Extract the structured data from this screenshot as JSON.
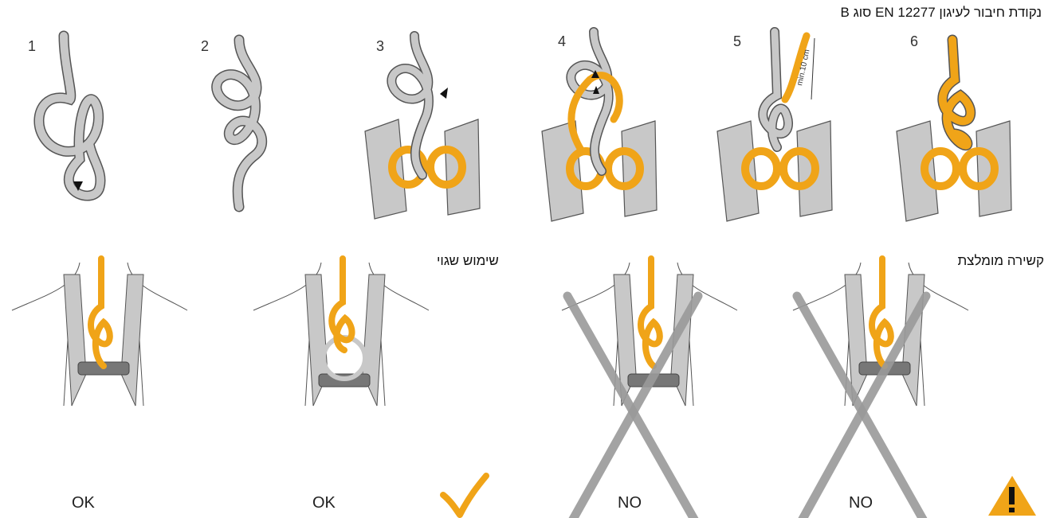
{
  "headings": {
    "top": "נקודת חיבור לעיגון EN 12277 סוג B",
    "recommended": "קשירה מומלצת",
    "wrong": "שימוש שגוי"
  },
  "steps": [
    "1",
    "2",
    "3",
    "4",
    "5",
    "6"
  ],
  "tail_note": "min.10 cm",
  "panels": [
    {
      "verdict": "OK",
      "marker": "none"
    },
    {
      "verdict": "OK",
      "marker": "check-icon"
    },
    {
      "verdict": "NO",
      "marker": "cross"
    },
    {
      "verdict": "NO",
      "marker": "warning-icon"
    }
  ],
  "colors": {
    "rope_orange": "#f0a418",
    "rope_grey": "#c8c8c8",
    "outline": "#555555",
    "cross_grey": "#9a9a9a",
    "check": "#f0a418",
    "warning": "#f0a418"
  }
}
